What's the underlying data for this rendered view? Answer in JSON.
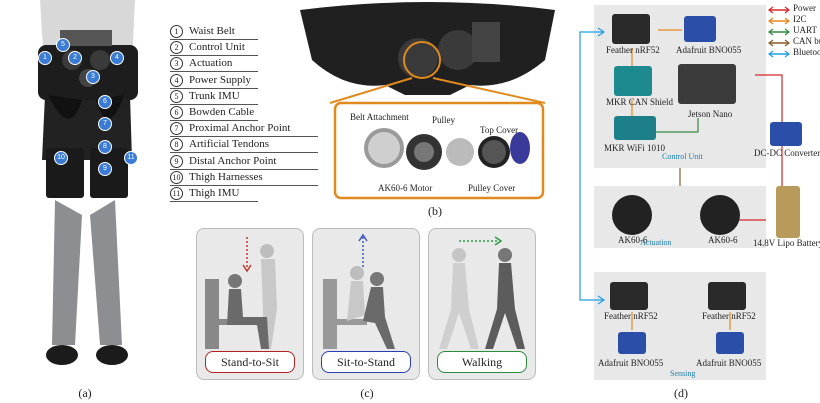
{
  "panel_a": {
    "caption": "(a)",
    "legend": [
      {
        "num": "1",
        "label": "Waist Belt"
      },
      {
        "num": "2",
        "label": "Control Unit"
      },
      {
        "num": "3",
        "label": "Actuation"
      },
      {
        "num": "4",
        "label": "Power Supply"
      },
      {
        "num": "5",
        "label": "Trunk IMU"
      },
      {
        "num": "6",
        "label": "Bowden Cable"
      },
      {
        "num": "7",
        "label": "Proximal Anchor Point"
      },
      {
        "num": "8",
        "label": "Artificial Tendons"
      },
      {
        "num": "9",
        "label": "Distal Anchor Point"
      },
      {
        "num": "10",
        "label": "Thigh Harnesses"
      },
      {
        "num": "11",
        "label": "Thigh IMU"
      }
    ]
  },
  "panel_b": {
    "caption": "(b)",
    "parts": [
      "Belt Attachment",
      "Pulley",
      "Top Cover",
      "AK60-6 Motor",
      "Pulley Cover"
    ]
  },
  "panel_c": {
    "caption": "(c)",
    "tasks": [
      "Stand-to-Sit",
      "Sit-to-Stand",
      "Walking"
    ]
  },
  "panel_d": {
    "caption": "(d)",
    "legend": [
      {
        "label": "Power",
        "color": "#d62728"
      },
      {
        "label": "I2C",
        "color": "#e8871e"
      },
      {
        "label": "UART",
        "color": "#2e8b3e"
      },
      {
        "label": "CAN bus",
        "color": "#8b5a2b"
      },
      {
        "label": "Bluetooth",
        "color": "#1f9fe0"
      }
    ],
    "control_unit": {
      "title": "Control Unit",
      "feather": "Feather nRF52",
      "imu": "Adafruit BNO055",
      "can_shield": "MKR CAN Shield",
      "jetson": "Jetson Nano",
      "wifi": "MKR WiFi 1010"
    },
    "dcdc": "DC-DC Converter",
    "actuation": {
      "title": "Actuation",
      "motor1": "AK60-6",
      "motor2": "AK60-6"
    },
    "battery": "14.8V Lipo Battery",
    "sensing": {
      "title": "Sensing",
      "feather1": "Feather nRF52",
      "feather2": "Feather nRF52",
      "imu1": "Adafruit BNO055",
      "imu2": "Adafruit BNO055"
    }
  }
}
